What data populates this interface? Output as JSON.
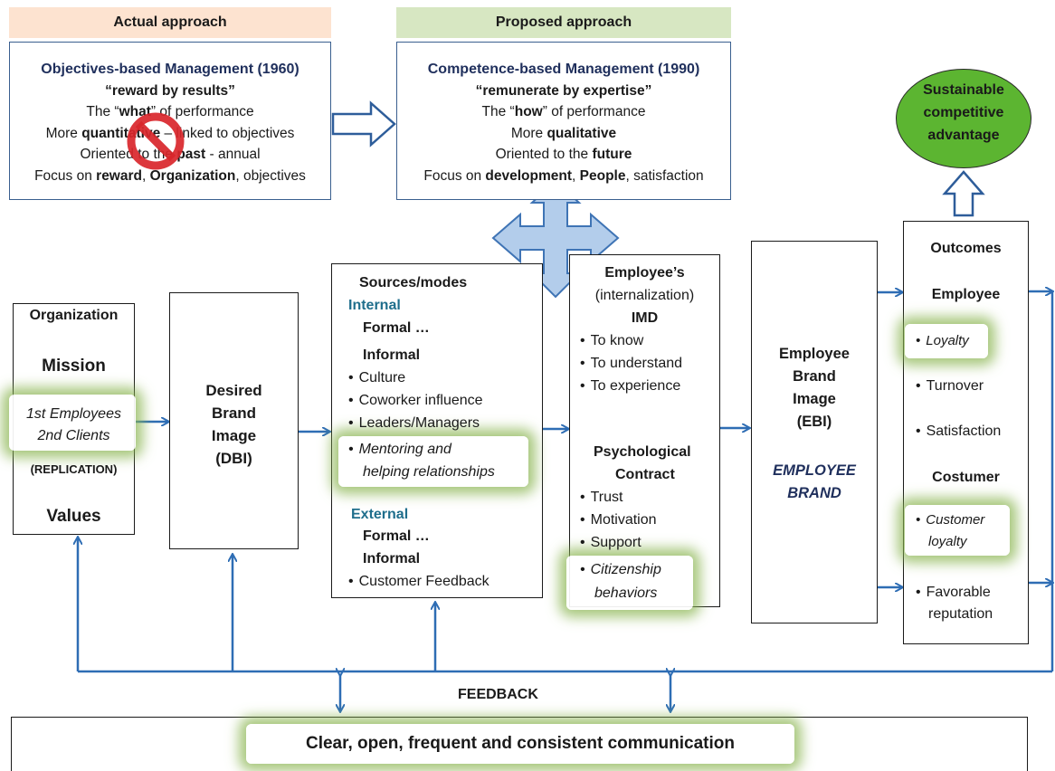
{
  "actual": {
    "header": "Actual approach",
    "title": "Objectives-based Management (1960)",
    "quote": "“reward by results”",
    "line1": [
      "The “",
      "what",
      "” of performance"
    ],
    "line2": [
      "More ",
      "quantitative",
      " – linked to objectives"
    ],
    "line3": [
      "Oriented to the ",
      "past",
      " - annual"
    ],
    "line4": [
      "Focus on ",
      "reward",
      ", ",
      "Organization",
      ", objectives"
    ]
  },
  "proposed": {
    "header": "Proposed approach",
    "title": "Competence-based Management (1990)",
    "quote": "“remunerate by expertise”",
    "line1": [
      "The “",
      "how",
      "” of performance"
    ],
    "line2": [
      "More ",
      "qualitative"
    ],
    "line3": [
      "Oriented to the ",
      "future"
    ],
    "line4": [
      "Focus on ",
      "development",
      ", ",
      "People",
      ", satisfaction"
    ]
  },
  "sustainable": [
    "Sustainable",
    "competitive",
    "advantage"
  ],
  "organization": {
    "title": "Organization",
    "mission": "Mission",
    "emp1": "1st Employees",
    "emp2": "2nd Clients",
    "replication": "(REPLICATION)",
    "values": "Values"
  },
  "dbi": [
    "Desired",
    "Brand",
    "Image",
    "(DBI)"
  ],
  "sources": {
    "title": "Sources/modes",
    "internal": "Internal",
    "formal1": "Formal …",
    "informal1": "Informal",
    "items1": [
      "Culture",
      "Coworker influence",
      "Leaders/Managers"
    ],
    "mentoring1": "Mentoring and",
    "mentoring2": "helping relationships",
    "external": "External",
    "formal2": "Formal …",
    "informal2": "Informal",
    "feedback": "Customer Feedback"
  },
  "employees": {
    "title": "Employee’s",
    "sub": "(internalization)",
    "imd": "IMD",
    "imd_items": [
      "To know",
      "To understand",
      "To experience"
    ],
    "psych1": "Psychological",
    "psych2": "Contract",
    "psych_items": [
      "Trust",
      "Motivation",
      "Support"
    ],
    "citizen1": "Citizenship",
    "citizen2": "behaviors"
  },
  "ebi": {
    "lines": [
      "Employee",
      "Brand",
      "Image",
      "(EBI)"
    ],
    "brand1": "EMPLOYEE",
    "brand2": "BRAND"
  },
  "outcomes": {
    "title": "Outcomes",
    "employee": "Employee",
    "loyalty": "Loyalty",
    "turnover": "Turnover",
    "satisfaction": "Satisfaction",
    "costumer": "Costumer",
    "cust1": "Customer",
    "cust2": "loyalty",
    "fav1": "Favorable",
    "fav2": "reputation"
  },
  "feedback": "FEEDBACK",
  "communication": "Clear, open, frequent and consistent communication",
  "colors": {
    "actual_header": "#fde3d0",
    "proposed_header": "#d7e7c2",
    "box_border": "#3a5f8f",
    "arrow": "#2e6db4",
    "ellipse": "#5cb531",
    "glow": "#8ab450"
  }
}
